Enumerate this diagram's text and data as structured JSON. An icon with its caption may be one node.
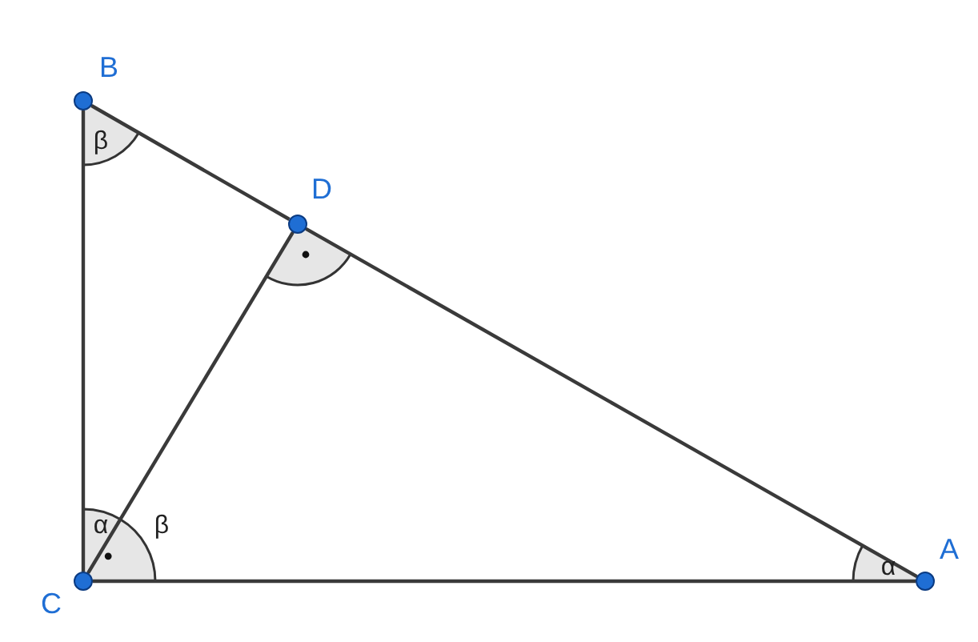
{
  "diagram": {
    "nodes": [
      {
        "text": [],
        "shape": "circle",
        "beside": [
          "B"
        ]
      },
      {
        "text": [],
        "shape": "circle",
        "beside": [
          "D"
        ]
      },
      {
        "text": [],
        "shape": "circle",
        "beside": [
          "C"
        ]
      },
      {
        "text": [],
        "shape": "circle",
        "beside": [
          "A"
        ]
      }
    ],
    "edges": [
      {
        "from": 0,
        "to": 1,
        "arrow": "none"
      },
      {
        "from": 1,
        "to": 3,
        "arrow": "none"
      },
      {
        "from": 0,
        "to": 2,
        "arrow": "none"
      },
      {
        "from": 2,
        "to": 1,
        "arrow": "none"
      },
      {
        "from": 2,
        "to": 3,
        "arrow": "none"
      }
    ],
    "labels": [
      "β",
      "α",
      "β",
      "α"
    ]
  }
}
